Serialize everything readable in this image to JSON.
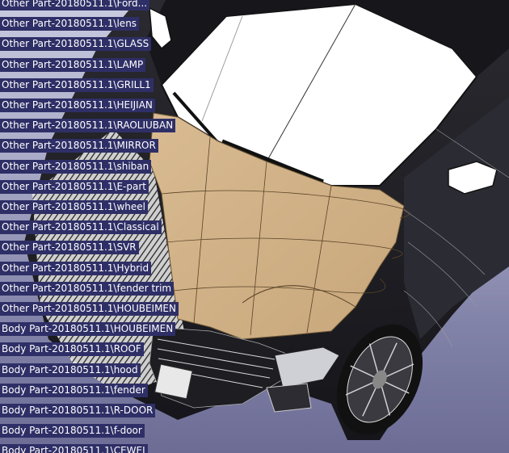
{
  "tree": {
    "items": [
      {
        "label": "Other Part-20180511.1\\Ford..."
      },
      {
        "label": "Other Part-20180511.1\\lens"
      },
      {
        "label": "Other Part-20180511.1\\GLASS"
      },
      {
        "label": "Other Part-20180511.1\\LAMP"
      },
      {
        "label": "Other Part-20180511.1\\GRILL1"
      },
      {
        "label": "Other Part-20180511.1\\HEIJIAN"
      },
      {
        "label": "Other Part-20180511.1\\RAOLIUBAN"
      },
      {
        "label": "Other Part-20180511.1\\MIRROR"
      },
      {
        "label": "Other Part-20180511.1\\shiban"
      },
      {
        "label": "Other Part-20180511.1\\E-part"
      },
      {
        "label": "Other Part-20180511.1\\wheel"
      },
      {
        "label": "Other Part-20180511.1\\Classical"
      },
      {
        "label": "Other Part-20180511.1\\SVR"
      },
      {
        "label": "Other Part-20180511.1\\Hybrid"
      },
      {
        "label": "Other Part-20180511.1\\fender trim"
      },
      {
        "label": "Other Part-20180511.1\\HOUBEIMEN"
      },
      {
        "label": "Body Part-20180511.1\\HOUBEIMEN"
      },
      {
        "label": "Body Part-20180511.1\\ROOF"
      },
      {
        "label": "Body Part-20180511.1\\hood"
      },
      {
        "label": "Body Part-20180511.1\\fender"
      },
      {
        "label": "Body Part-20180511.1\\R-DOOR"
      },
      {
        "label": "Body Part-20180511.1\\f-door"
      },
      {
        "label": "Body Part-20180511.1\\CEWEI"
      }
    ]
  },
  "colors": {
    "tree_label_bg": "#2f2f67",
    "hood_highlight": "#d4b48a",
    "body_dark": "#1c1c22"
  }
}
